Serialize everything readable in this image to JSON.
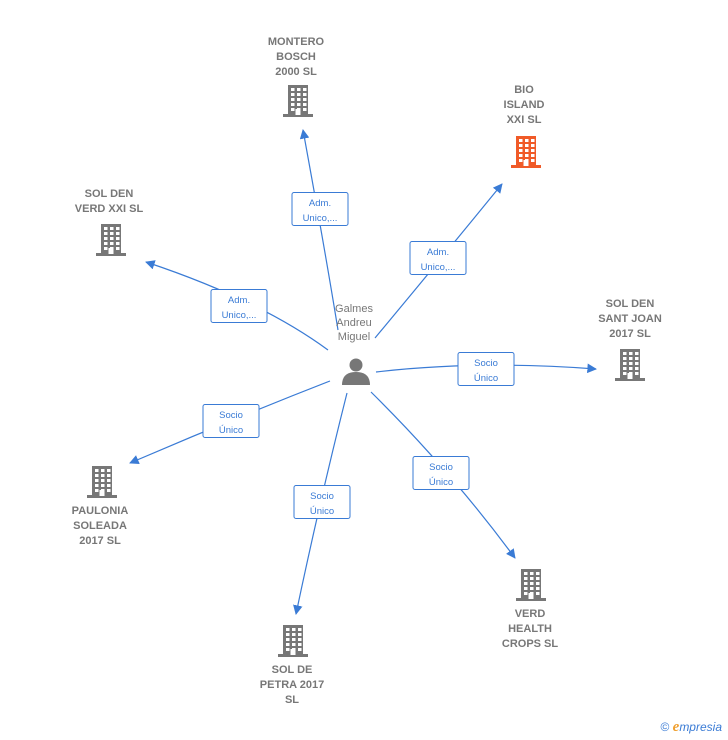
{
  "center": {
    "label_lines": [
      "Galmes",
      "Andreu",
      "Miguel"
    ],
    "icon": "person-icon"
  },
  "companies": [
    {
      "id": "montero",
      "label_lines": [
        "MONTERO",
        "BOSCH",
        "2000  SL"
      ],
      "color": "#777777"
    },
    {
      "id": "bio",
      "label_lines": [
        "BIO",
        "ISLAND",
        "XXI  SL"
      ],
      "color": "#f05a28"
    },
    {
      "id": "solden-verd",
      "label_lines": [
        "SOL DEN",
        "VERD XXI  SL"
      ],
      "color": "#777777"
    },
    {
      "id": "sant-joan",
      "label_lines": [
        "SOL DEN",
        "SANT JOAN",
        "2017  SL"
      ],
      "color": "#777777"
    },
    {
      "id": "paulonia",
      "label_lines": [
        "PAULONIA",
        "SOLEADA",
        "2017  SL"
      ],
      "color": "#777777"
    },
    {
      "id": "petra",
      "label_lines": [
        "SOL DE",
        "PETRA 2017",
        "SL"
      ],
      "color": "#777777"
    },
    {
      "id": "verd-health",
      "label_lines": [
        "VERD",
        "HEALTH",
        "CROPS  SL"
      ],
      "color": "#777777"
    }
  ],
  "edges": [
    {
      "to": "montero",
      "label_lines": [
        "Adm.",
        "Unico,..."
      ]
    },
    {
      "to": "bio",
      "label_lines": [
        "Adm.",
        "Unico,..."
      ]
    },
    {
      "to": "solden-verd",
      "label_lines": [
        "Adm.",
        "Unico,..."
      ]
    },
    {
      "to": "sant-joan",
      "label_lines": [
        "Socio",
        "Único"
      ]
    },
    {
      "to": "paulonia",
      "label_lines": [
        "Socio",
        "Único"
      ]
    },
    {
      "to": "petra",
      "label_lines": [
        "Socio",
        "Único"
      ]
    },
    {
      "to": "verd-health",
      "label_lines": [
        "Socio",
        "Único"
      ]
    }
  ],
  "footer": {
    "copyright_symbol": "©",
    "brand_initial": "e",
    "brand_rest": "mpresia"
  },
  "colors": {
    "edge": "#3a7bd5",
    "building": "#777777",
    "highlight": "#f05a28",
    "person": "#777777"
  }
}
